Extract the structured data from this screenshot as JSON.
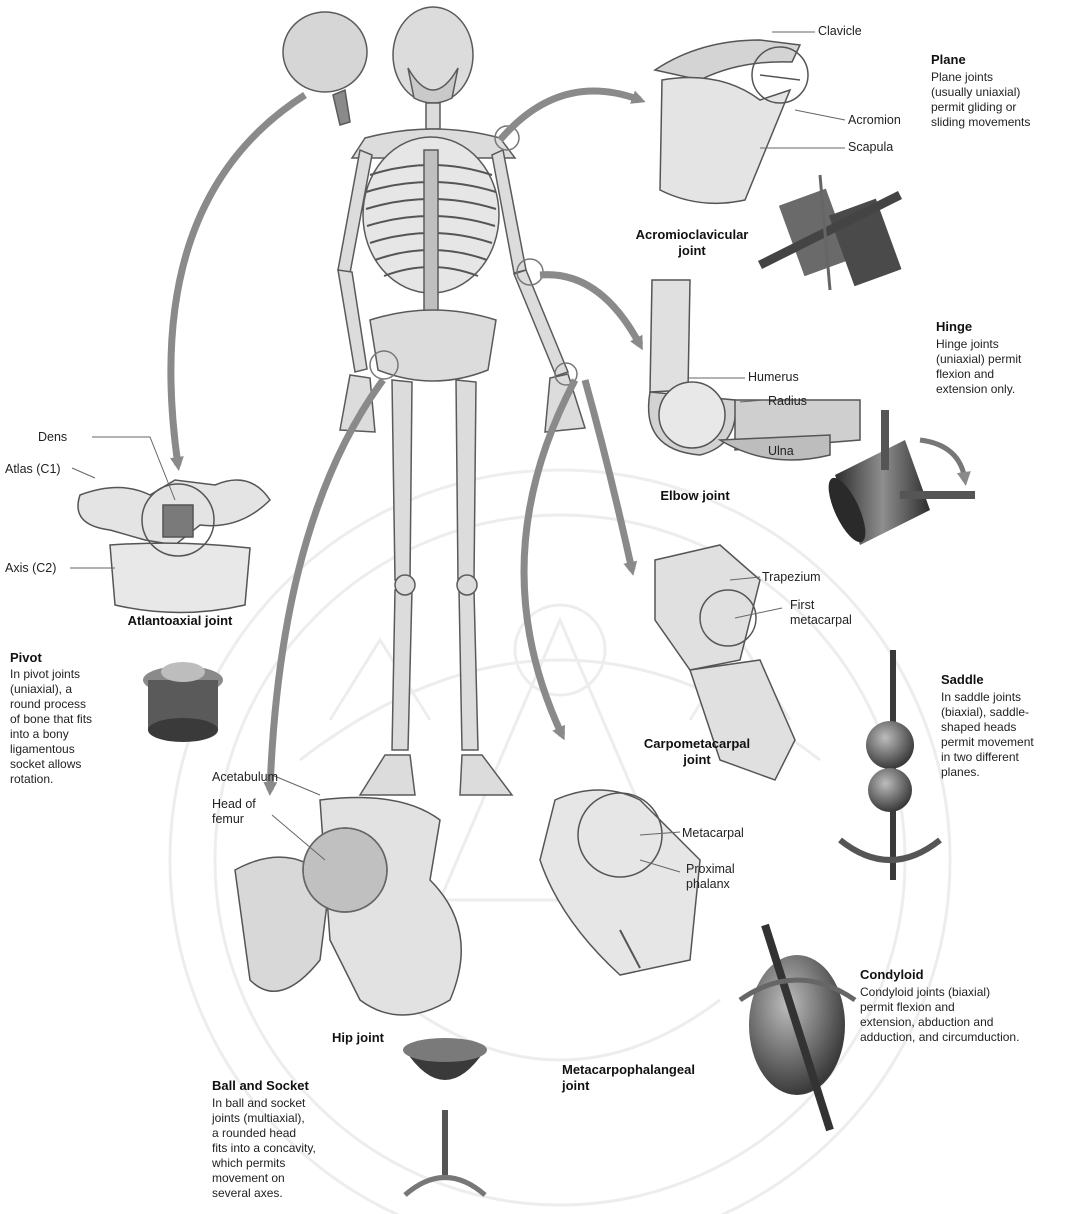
{
  "joint_types": {
    "plane": {
      "title": "Plane",
      "lines": [
        "Plane joints",
        "(usually uniaxial)",
        "permit gliding or",
        "sliding movements"
      ]
    },
    "hinge": {
      "title": "Hinge",
      "lines": [
        "Hinge joints",
        "(uniaxial) permit",
        "flexion and",
        "extension only."
      ]
    },
    "pivot": {
      "title": "Pivot",
      "lines": [
        "In pivot joints",
        "(uniaxial), a",
        "round process",
        "of bone that fits",
        "into a bony",
        "ligamentous",
        "socket allows",
        "rotation."
      ]
    },
    "saddle": {
      "title": "Saddle",
      "lines": [
        "In saddle joints",
        "(biaxial), saddle-",
        "shaped heads",
        "permit movement",
        "in two different",
        "planes."
      ]
    },
    "condyloid": {
      "title": "Condyloid",
      "lines": [
        "Condyloid joints (biaxial)",
        "permit flexion and",
        "extension, abduction and",
        "adduction, and circumduction."
      ]
    },
    "ball_socket": {
      "title": "Ball and Socket",
      "lines": [
        "In ball and socket",
        "joints (multiaxial),",
        "a rounded head",
        "fits into a concavity,",
        "which permits",
        "movement on",
        "several axes."
      ]
    }
  },
  "joints": {
    "acromioclavicular": {
      "name_line1": "Acromioclavicular",
      "name_line2": "joint",
      "labels": {
        "clavicle": "Clavicle",
        "acromion": "Acromion",
        "scapula": "Scapula"
      }
    },
    "elbow": {
      "name": "Elbow joint",
      "labels": {
        "humerus": "Humerus",
        "radius": "Radius",
        "ulna": "Ulna"
      }
    },
    "atlantoaxial": {
      "name": "Atlantoaxial joint",
      "labels": {
        "dens": "Dens",
        "atlas": "Atlas (C1)",
        "axis": "Axis (C2)"
      }
    },
    "carpometacarpal": {
      "name_line1": "Carpometacarpal",
      "name_line2": "joint",
      "labels": {
        "trapezium": "Trapezium",
        "first_metacarpal_1": "First",
        "first_metacarpal_2": "metacarpal"
      }
    },
    "hip": {
      "name": "Hip joint",
      "labels": {
        "acetabulum": "Acetabulum",
        "head_of_femur_1": "Head of",
        "head_of_femur_2": "femur"
      }
    },
    "metacarpophalangeal": {
      "name_line1": "Metacarpophalangeal",
      "name_line2": "joint",
      "labels": {
        "metacarpal": "Metacarpal",
        "proximal_phalanx_1": "Proximal",
        "proximal_phalanx_2": "phalanx"
      }
    }
  },
  "colors": {
    "arrow": "#8a8a8a",
    "bone": "#d8d8d8",
    "bone_stroke": "#6a6a6a",
    "model_dark": "#4a4a4a",
    "watermark": "#e2e2e2"
  }
}
